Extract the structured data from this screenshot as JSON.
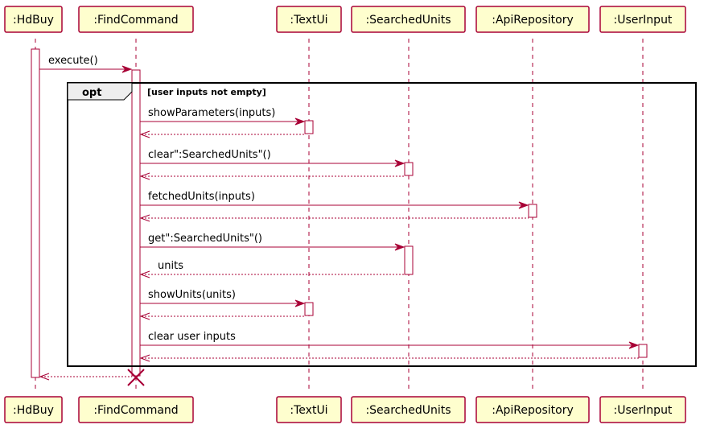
{
  "participants": [
    {
      "id": "hdbuy",
      "label": ":HdBuy"
    },
    {
      "id": "findcommand",
      "label": ":FindCommand"
    },
    {
      "id": "textui",
      "label": ":TextUi"
    },
    {
      "id": "searchedunits",
      "label": ":SearchedUnits"
    },
    {
      "id": "apirepository",
      "label": ":ApiRepository"
    },
    {
      "id": "userinput",
      "label": ":UserInput"
    }
  ],
  "fragment": {
    "operator": "opt",
    "guard": "[user inputs not empty]"
  },
  "messages": [
    {
      "label": "execute()"
    },
    {
      "label": "showParameters(inputs)"
    },
    {
      "label": "clear\":SearchedUnits\"()"
    },
    {
      "label": "fetchedUnits(inputs)"
    },
    {
      "label": "get\":SearchedUnits\"()"
    },
    {
      "label": "units"
    },
    {
      "label": "showUnits(units)"
    },
    {
      "label": "clear user inputs"
    }
  ],
  "colors": {
    "participant_fill": "#FEFECE",
    "line": "#A80036",
    "fragment_tab": "#EEEEEE"
  }
}
